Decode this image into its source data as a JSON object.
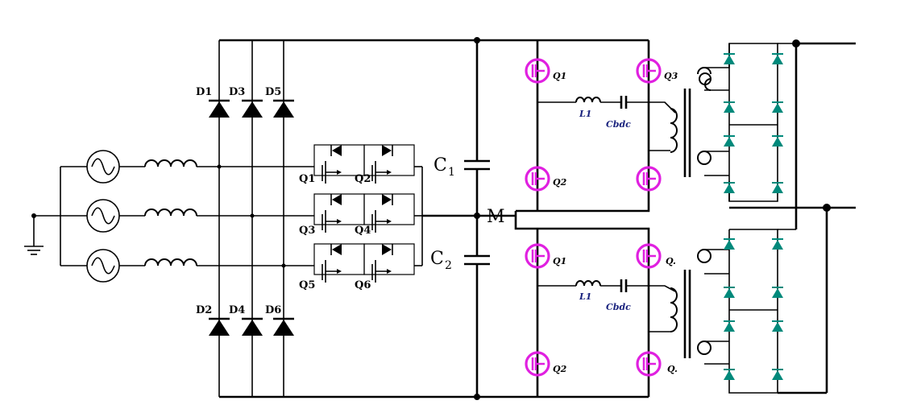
{
  "colors": {
    "wire": "#000000",
    "mosfet": "#e020e0",
    "rectifier_diode": "#000000",
    "output_diode": "#00897b",
    "component_label_italic": "#1a237e"
  },
  "labels": {
    "diodes_top": [
      "D1",
      "D3",
      "D5"
    ],
    "diodes_bottom": [
      "D2",
      "D4",
      "D6"
    ],
    "switches_left": [
      "Q1",
      "Q3",
      "Q5"
    ],
    "switches_right": [
      "Q2",
      "Q4",
      "Q6"
    ],
    "cap1_main": "C",
    "cap1_sub": "1",
    "cap2_main": "C",
    "cap2_sub": "2",
    "midpoint": "M",
    "upper_cell": {
      "q1": "Q1",
      "q2": "Q2",
      "q3": "Q3",
      "inductor": "L1",
      "capacitor": "Cbdc"
    },
    "lower_cell": {
      "q1": "Q1",
      "q2": "Q2",
      "q3": "Q.",
      "q4": "Q.",
      "inductor": "L1",
      "capacitor": "Cbdc"
    }
  },
  "icons": [
    "ac-source-icon",
    "inductor-icon",
    "ground-icon",
    "diode-icon",
    "mosfet-icon",
    "capacitor-icon",
    "transformer-icon"
  ]
}
